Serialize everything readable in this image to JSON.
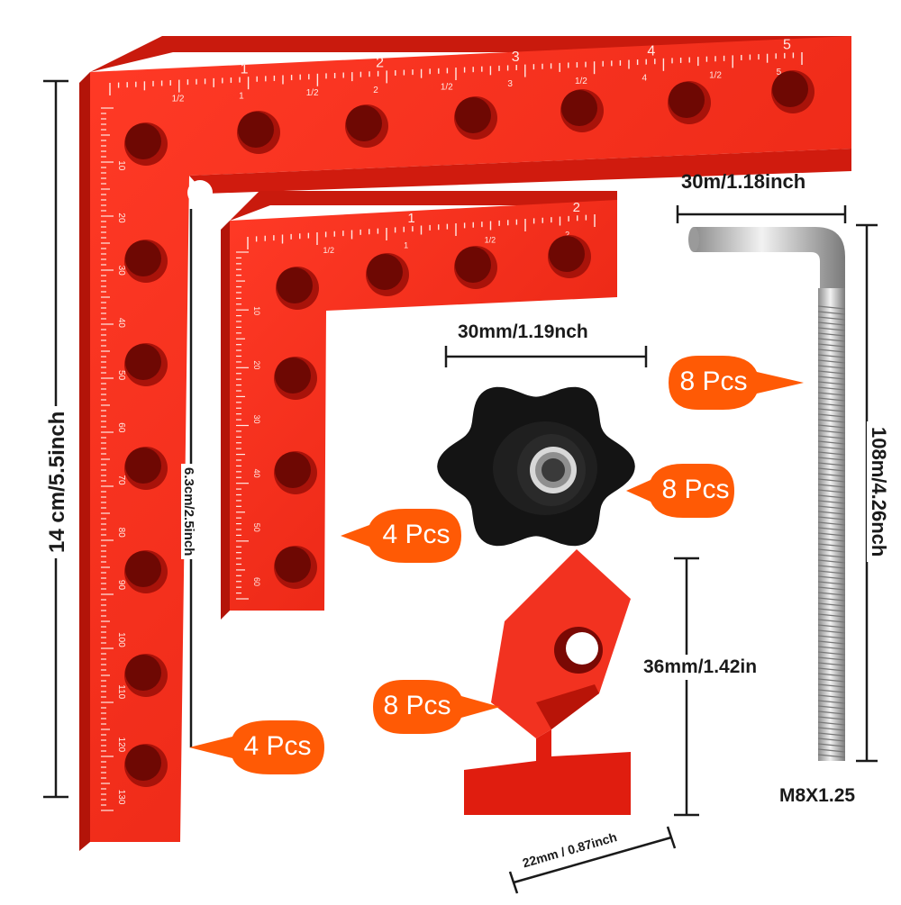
{
  "colors": {
    "square_red": "#f02a1c",
    "square_dark": "#b01208",
    "hole": "#8a0c05",
    "bubble_orange": "#ff5a05",
    "dim_line": "#1a1a1a",
    "knob": "#141414",
    "metal": "#c9c9c9"
  },
  "large_square": {
    "dimension_label": "14 cm/5.5inch",
    "quantity_label": "4 Pcs",
    "top_ruler_labels": [
      "1/2",
      "1",
      "1/2",
      "2",
      "1/2",
      "3",
      "1/2",
      "4",
      "1/2",
      "5"
    ],
    "top_ruler_top_labels": [
      "1",
      "2",
      "3",
      "4",
      "5"
    ],
    "side_ruler_labels": [
      "10",
      "20",
      "30",
      "40",
      "50",
      "60",
      "70",
      "80",
      "90",
      "100",
      "110",
      "120",
      "130"
    ]
  },
  "small_square": {
    "dimension_label": "6.3cm/2.5inch",
    "quantity_label": "4 Pcs",
    "top_ruler_labels": [
      "1/2",
      "1",
      "1/2",
      "2"
    ],
    "top_ruler_top_labels": [
      "1",
      "2"
    ],
    "side_ruler_labels": [
      "10",
      "20",
      "30",
      "40",
      "50",
      "60"
    ]
  },
  "knob": {
    "dimension_label": "30mm/1.19nch",
    "quantity_label": "8 Pcs",
    "icon": "star-knob-icon"
  },
  "clamp_block": {
    "height_label": "36mm/1.42in",
    "width_label": "22mm / 0.87inch",
    "quantity_label": "8 Pcs"
  },
  "l_bolt": {
    "width_label": "30m/1.18inch",
    "height_label": "108m/4.26nch",
    "thread_label": "M8X1.25",
    "quantity_label": "8 Pcs"
  }
}
